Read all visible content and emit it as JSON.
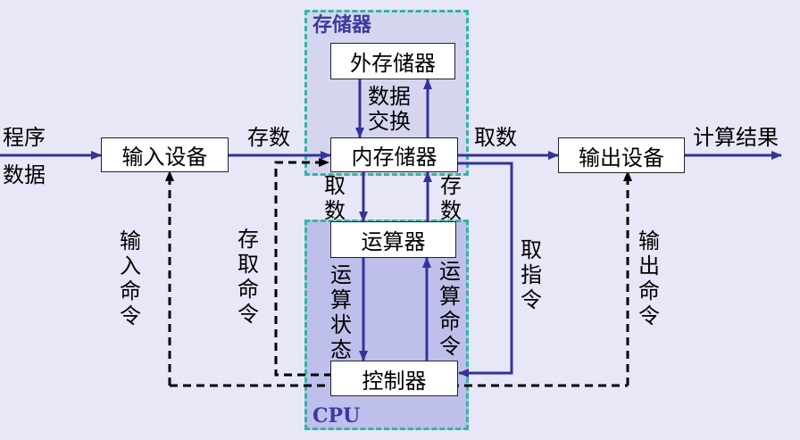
{
  "title": {
    "memory": "存储器",
    "cpu": "CPU"
  },
  "boxes": {
    "external_storage": "外存储器",
    "internal_storage": "内存储器",
    "alu": "运算器",
    "controller": "控制器",
    "input_device": "输入设备",
    "output_device": "输出设备"
  },
  "labels": {
    "program_data_1": "程序",
    "program_data_2": "数据",
    "store_data": "存数",
    "fetch_data": "取数",
    "compute_result": "计算结果",
    "data_exchange_1": "数据",
    "data_exchange_2": "交换",
    "fetch_to_alu": "取数",
    "store_from_alu": "存数",
    "input_command": "输入命令",
    "access_command": "存取命令",
    "status": "运算状态",
    "compute_command": "运算命令",
    "fetch_instruction": "取指令",
    "output_command": "输出命令"
  },
  "colors": {
    "solid_arrow": "#333399",
    "dashed_arrow": "#000000",
    "region_border": "#2eb8a0",
    "memory_fill": "#d5d5ef",
    "cpu_fill": "#bfbfec",
    "title_text": "#3b3b9e"
  }
}
